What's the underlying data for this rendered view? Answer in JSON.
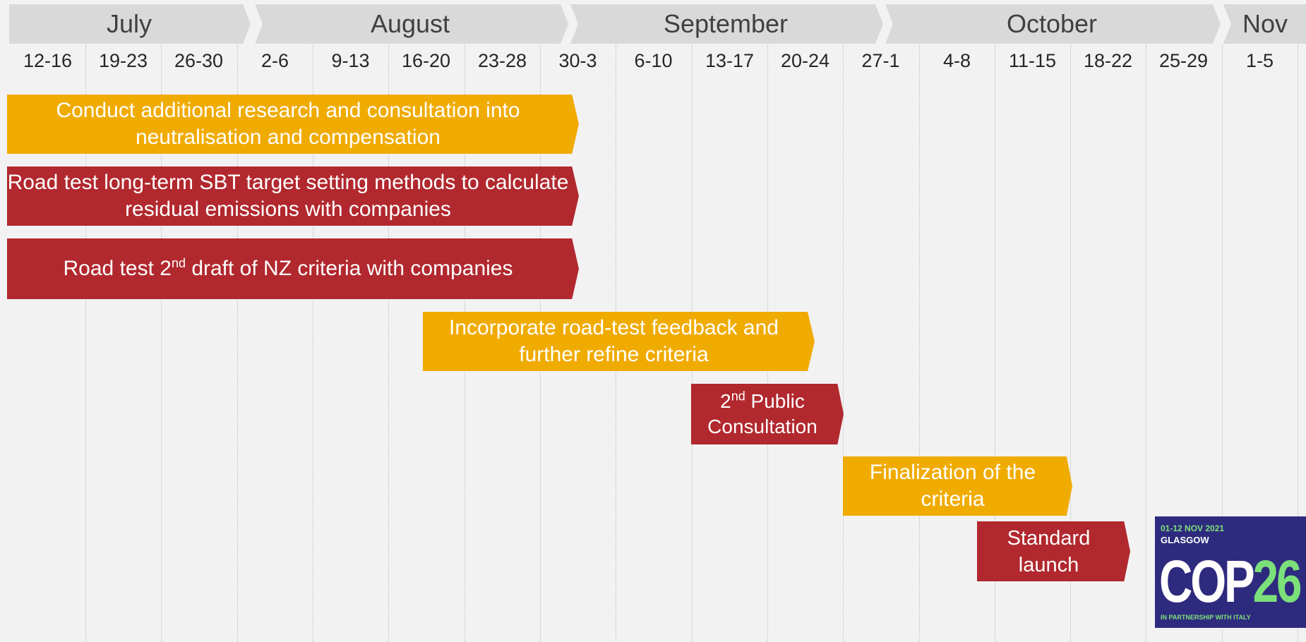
{
  "months": [
    {
      "label": "July"
    },
    {
      "label": "August"
    },
    {
      "label": "September"
    },
    {
      "label": "October"
    },
    {
      "label": "Nov"
    }
  ],
  "weeks": [
    "12-16",
    "19-23",
    "26-30",
    "2-6",
    "9-13",
    "16-20",
    "23-28",
    "30-3",
    "6-10",
    "13-17",
    "20-24",
    "27-1",
    "4-8",
    "11-15",
    "18-22",
    "25-29",
    "1-5"
  ],
  "tasks": [
    {
      "text": "Conduct additional research and consultation into neutralisation and compensation",
      "color": "yellow"
    },
    {
      "text": "Road test long-term SBT target setting methods to calculate residual emissions with companies",
      "color": "red"
    },
    {
      "text_before": "Road test 2",
      "sup": "nd",
      "text_after": " draft of NZ criteria with companies",
      "color": "red"
    },
    {
      "text": "Incorporate road-test feedback and further refine criteria",
      "color": "yellow"
    },
    {
      "text_before": "2",
      "sup": "nd",
      "text_after": " Public Consultation",
      "color": "red"
    },
    {
      "text": "Finalization of the criteria",
      "color": "yellow"
    },
    {
      "text": "Standard launch",
      "color": "red"
    }
  ],
  "logo": {
    "dates": "01-12 NOV 2021",
    "city": "GLASGOW",
    "cop": "COP",
    "number": "26",
    "partner": "IN PARTNERSHIP WITH ITALY"
  },
  "colors": {
    "yellow": "#f0ab00",
    "red": "#b1282e",
    "header": "#d9d9d9",
    "background": "#f2f2f2"
  }
}
